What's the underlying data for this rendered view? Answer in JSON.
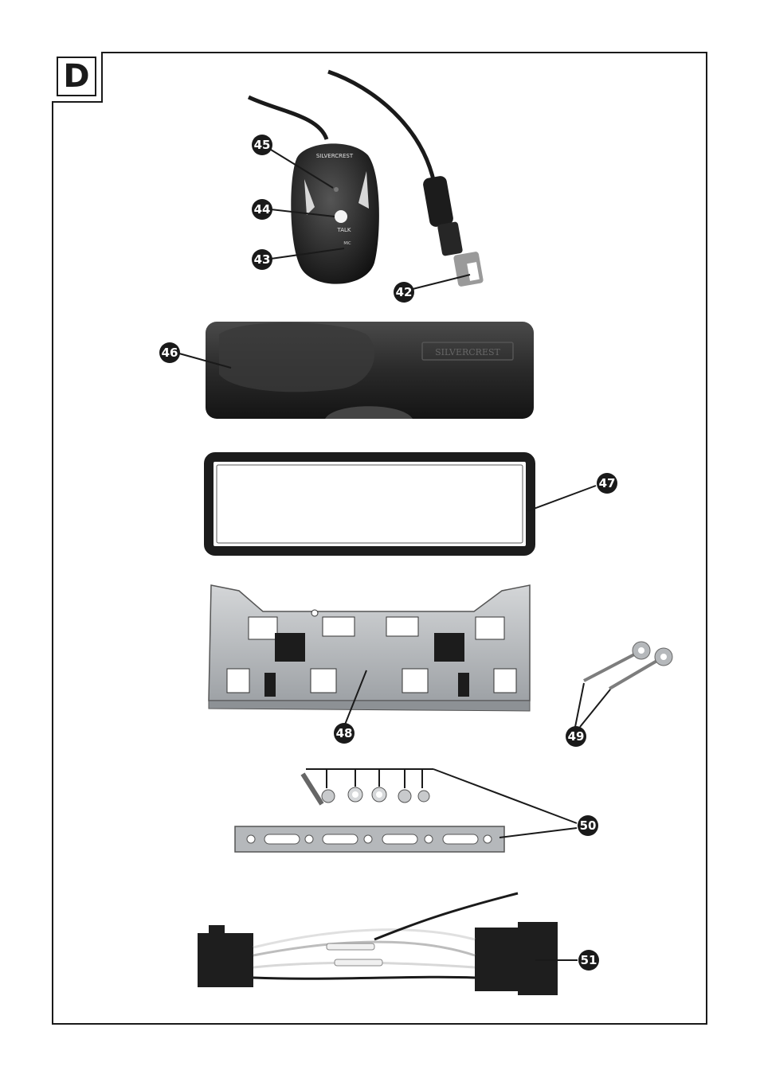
{
  "section_label": "D",
  "callouts": {
    "c42": "42",
    "c43": "43",
    "c44": "44",
    "c45": "45",
    "c46": "46",
    "c47": "47",
    "c48": "48",
    "c49": "49",
    "c50": "50",
    "c51": "51"
  },
  "printed_text": {
    "mic_logo": "SILVERCREST",
    "talk_label": "TALK",
    "mic_label": "MIC",
    "case_logo": "SILVERCREST"
  },
  "colors": {
    "ink": "#1a1a1a",
    "metal": "#b9bcbf",
    "plastic_dark": "#1f1f1f"
  }
}
